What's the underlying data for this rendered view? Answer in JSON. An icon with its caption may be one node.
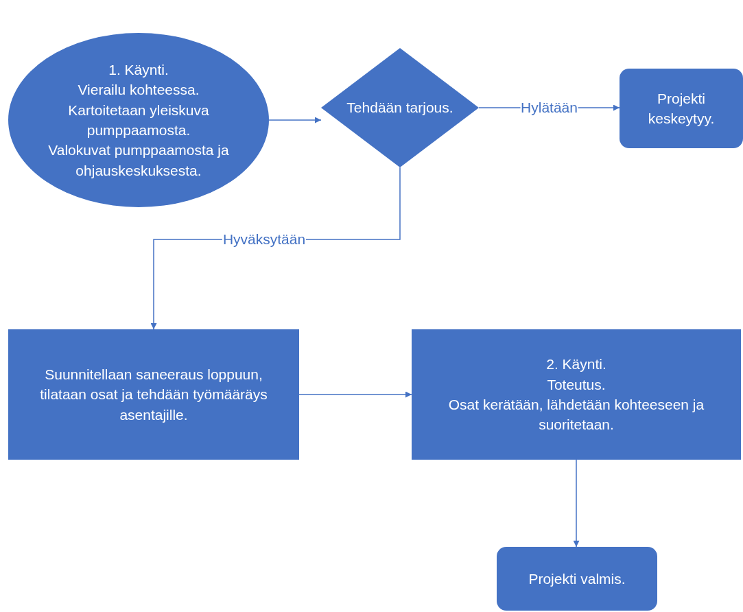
{
  "diagram": {
    "nodes": [
      {
        "text": [
          "1. Käynti.",
          "Vierailu kohteessa.",
          "Kartoitetaan yleiskuva pumppaamosta.",
          "Valokuvat pumppaamosta ja ohjauskeskuksesta."
        ]
      },
      {
        "text": [
          "Tehdään tarjous."
        ]
      },
      {
        "text": [
          "Projekti keskeytyy."
        ]
      },
      {
        "text": [
          "Suunnitellaan saneeraus loppuun, tilataan osat ja tehdään työmääräys asentajille."
        ]
      },
      {
        "text": [
          "2. Käynti.",
          "Toteutus.",
          "Osat kerätään, lähdetään kohteeseen ja suoritetaan."
        ]
      },
      {
        "text": [
          "Projekti valmis."
        ]
      }
    ],
    "edges": [
      {
        "from": 0,
        "to": 1,
        "arrow": "to"
      },
      {
        "from": 1,
        "to": 2,
        "arrow": "to",
        "label": "Hylätään"
      },
      {
        "from": 1,
        "to": 3,
        "arrow": "to",
        "label": "Hyväksytään"
      },
      {
        "from": 3,
        "to": 4,
        "arrow": "to"
      },
      {
        "from": 4,
        "to": 5,
        "arrow": "to"
      }
    ]
  }
}
